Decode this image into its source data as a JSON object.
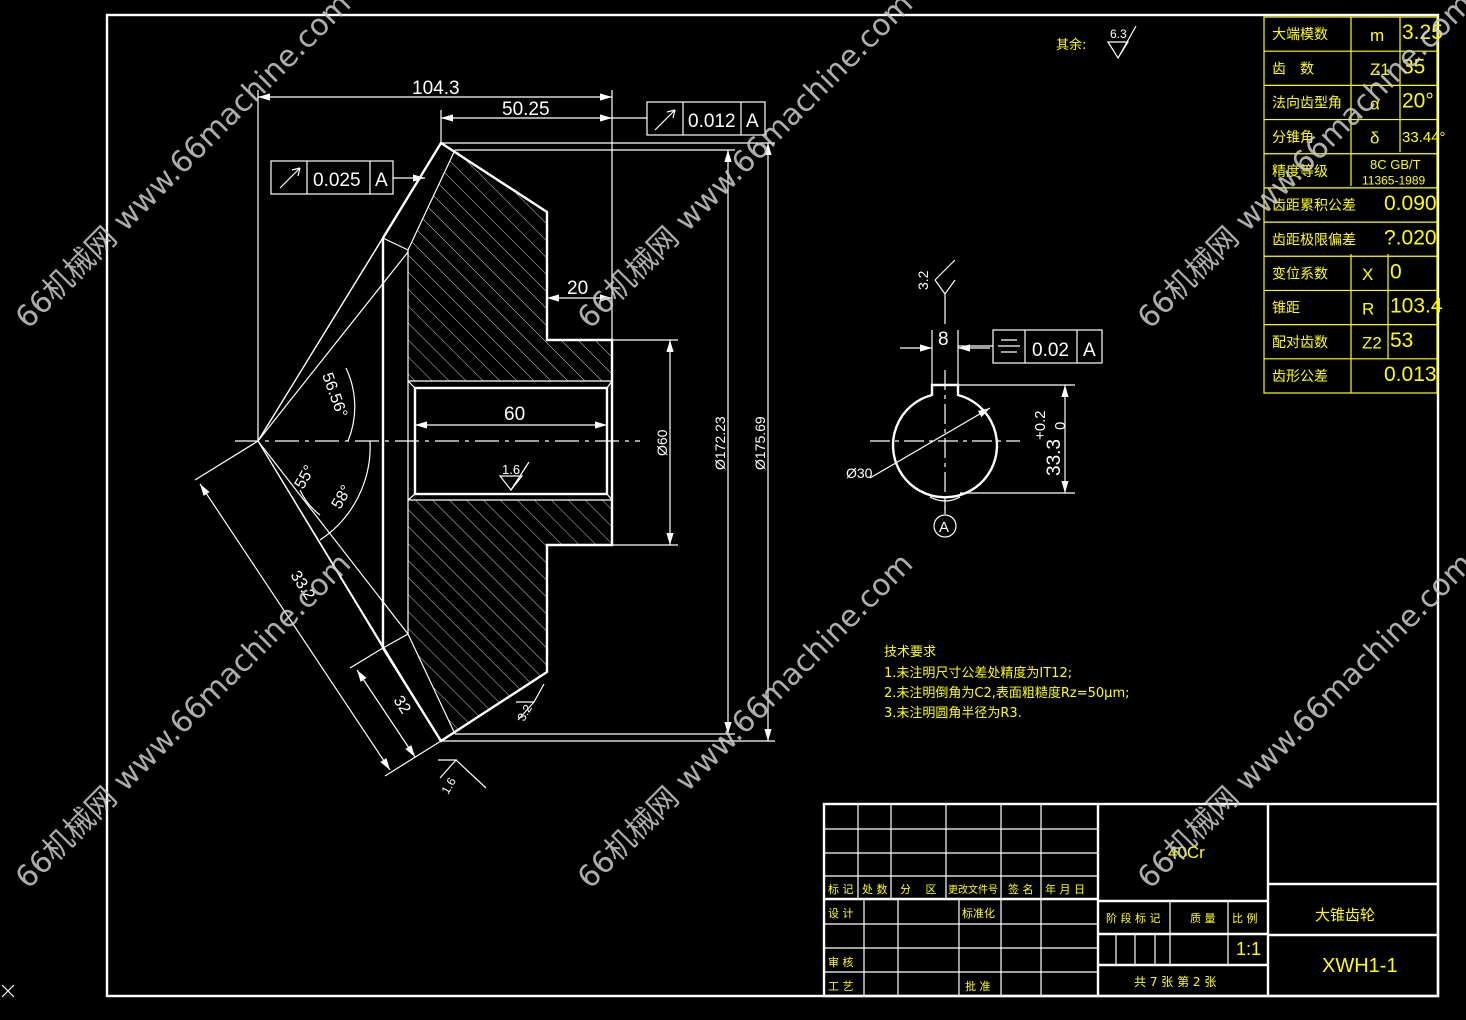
{
  "watermark": "66机械网 www.66machine.com",
  "surface": {
    "label": "其余:",
    "roughness": "6.3"
  },
  "dimensions": {
    "d104": "104.3",
    "d50": "50.25",
    "d20": "20",
    "d60len": "60",
    "dia60": "Ø60",
    "dia172": "Ø172.23",
    "dia175": "Ø175.69",
    "ang5656": "56.56°",
    "ang55": "55°",
    "ang58": "58°",
    "d332": "33.2",
    "d32": "32",
    "r16a": "1.6",
    "r32": "3.2",
    "r16b": "1.6",
    "key_width": "8",
    "key_rough": "3.2",
    "key_depth": "33.3",
    "key_tol_up": "+0.2",
    "key_tol_lo": "0",
    "bore_dia": "Ø30",
    "datum": "A"
  },
  "tolerances": [
    {
      "symbol": "runout",
      "value": "0.025",
      "datum": "A"
    },
    {
      "symbol": "runout",
      "value": "0.012",
      "datum": "A"
    },
    {
      "symbol": "symmetry",
      "value": "0.02",
      "datum": "A"
    }
  ],
  "param_table": [
    {
      "name": "大端模数",
      "sym": "m",
      "value": "3.25"
    },
    {
      "name": "齿　数",
      "sym": "Z1",
      "value": "35"
    },
    {
      "name": "法向齿型角",
      "sym": "α",
      "value": "20°"
    },
    {
      "name": "分锥角",
      "sym": "δ",
      "value": "33.44°"
    },
    {
      "name": "精度等级",
      "sym": "",
      "value": "8C  GB/T",
      "value2": "11365-1989"
    },
    {
      "name": "齿距累积公差",
      "sym": "",
      "value": "0.090"
    },
    {
      "name": "齿距极限偏差",
      "sym": "",
      "value": "?.020"
    },
    {
      "name": "变位系数",
      "sym": "X",
      "value": "0"
    },
    {
      "name": "锥距",
      "sym": "R",
      "value": "103.4"
    },
    {
      "name": "配对齿数",
      "sym": "Z2",
      "value": "53"
    },
    {
      "name": "齿形公差",
      "sym": "",
      "value": "0.013"
    }
  ],
  "tech_req": {
    "title": "技术要求",
    "items": [
      "1.未注明尺寸公差处精度为IT12;",
      "2.未注明倒角为C2,表面粗糙度Rz=50μm;",
      "3.未注明圆角半径为R3."
    ]
  },
  "title_block": {
    "rev_headers": [
      "标 记",
      "处 数",
      "分　 区",
      "更改文件号",
      "签 名",
      "年 月 日"
    ],
    "design": "设 计",
    "standard": "标准化",
    "review": "审 核",
    "process": "工 艺",
    "approve": "批 准",
    "stage": "阶 段 标 记",
    "mass": "质 量",
    "scale_label": "比 例",
    "scale": "1:1",
    "sheets": "共 7 张 第 2 张",
    "material": "40Cr",
    "part_name": "大锥齿轮",
    "drawing_no": "XWH1-1"
  }
}
